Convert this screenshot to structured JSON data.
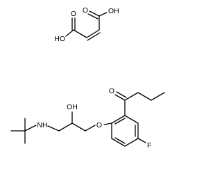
{
  "figure": {
    "background": "#ffffff",
    "bond_color": "#000000",
    "label_color": "#000000"
  },
  "maleic_acid": {
    "left_hydroxyl": "HO",
    "left_carbonyl_oxygen": "O",
    "right_carbonyl_oxygen": "O",
    "right_hydroxyl": "OH"
  },
  "butyrophenone_ether": {
    "amine": "NH",
    "hydroxyl": "OH",
    "ether_oxygen": "O",
    "ketone_oxygen": "O",
    "fluorine": "F"
  }
}
